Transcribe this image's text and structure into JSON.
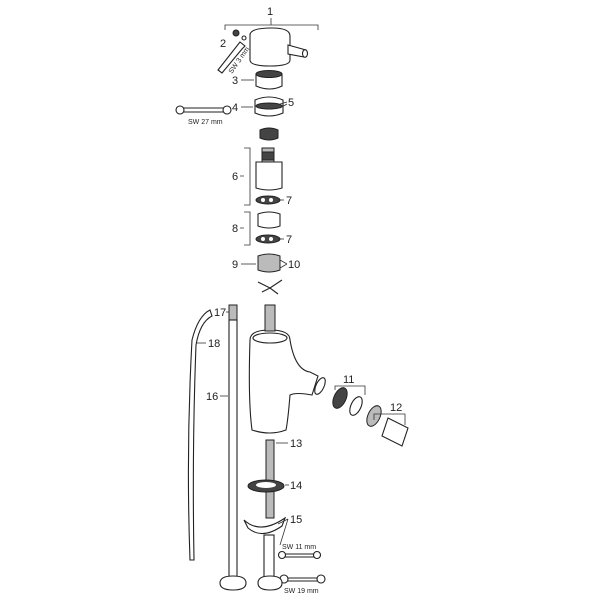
{
  "diagram": {
    "labels": {
      "p1": "1",
      "p2": "2",
      "p3": "3",
      "p4": "4",
      "p5": "5",
      "p6": "6",
      "p7a": "7",
      "p8": "8",
      "p7b": "7",
      "p9": "9",
      "p10": "10",
      "p11": "11",
      "p12": "12",
      "p13": "13",
      "p14": "14",
      "p15": "15",
      "p16": "16",
      "p17": "17",
      "p18": "18"
    },
    "tools": {
      "hex_key": "SW 3 mm",
      "wrench_27": "SW 27 mm",
      "wrench_11": "SW 11 mm",
      "wrench_19": "SW 19 mm"
    }
  }
}
